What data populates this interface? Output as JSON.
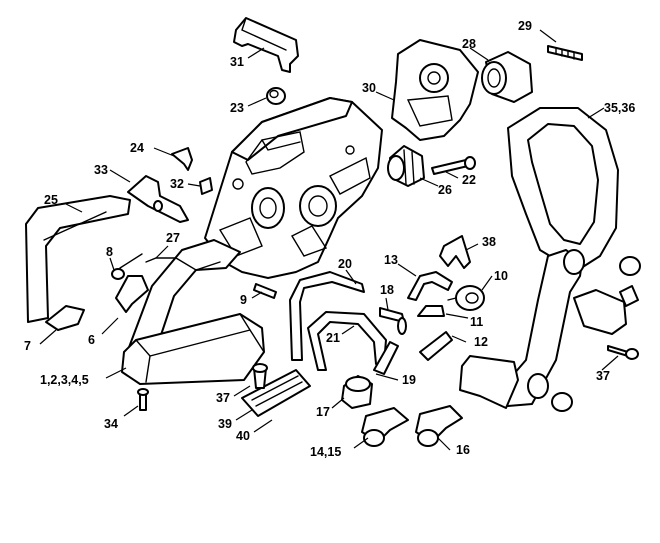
{
  "figure": {
    "background": "#ffffff",
    "ink": "#000000"
  },
  "callouts": {
    "c1": "1,2,3,4,5",
    "c6": "6",
    "c7": "7",
    "c8": "8",
    "c9": "9",
    "c10": "10",
    "c11": "11",
    "c12": "12",
    "c13": "13",
    "c14": "14,15",
    "c16": "16",
    "c17": "17",
    "c18": "18",
    "c19": "19",
    "c20": "20",
    "c21": "21",
    "c22": "22",
    "c23": "23",
    "c24": "24",
    "c25": "25",
    "c26": "26",
    "c27": "27",
    "c28": "28",
    "c29": "29",
    "c30": "30",
    "c31": "31",
    "c32": "32",
    "c33": "33",
    "c34": "34",
    "c35": "35,36",
    "c37a": "37",
    "c37b": "37",
    "c38": "38",
    "c39": "39",
    "c40": "40"
  }
}
